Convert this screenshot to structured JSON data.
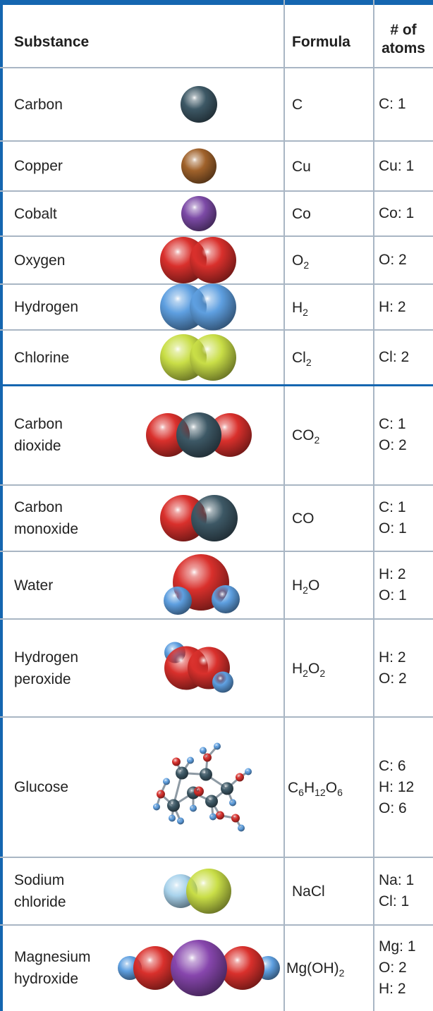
{
  "headers": {
    "substance": "Substance",
    "formula": "Formula",
    "atoms_line1": "# of",
    "atoms_line2": "atoms"
  },
  "colors": {
    "table_blue": "#1566b0",
    "carbon": "#3d5865",
    "copper": "#a0622b",
    "cobalt": "#7c4aa6",
    "oxygen": "#d9302c",
    "hydrogen": "#5e9fe0",
    "chlorine": "#c9de47",
    "sodium": "#a9d3ec",
    "magnesium": "#8746ad"
  },
  "rows": [
    {
      "name": [
        "Carbon"
      ],
      "formula": [
        {
          "t": "C"
        }
      ],
      "atoms": [
        "C: 1"
      ],
      "model": "carbon-atom-model"
    },
    {
      "name": [
        "Copper"
      ],
      "formula": [
        {
          "t": "Cu"
        }
      ],
      "atoms": [
        "Cu: 1"
      ],
      "model": "copper-atom-model"
    },
    {
      "name": [
        "Cobalt"
      ],
      "formula": [
        {
          "t": "Co"
        }
      ],
      "atoms": [
        "Co: 1"
      ],
      "model": "cobalt-atom-model"
    },
    {
      "name": [
        "Oxygen"
      ],
      "formula": [
        {
          "t": "O"
        },
        {
          "s": "2"
        }
      ],
      "atoms": [
        "O: 2"
      ],
      "model": "oxygen-molecule-model"
    },
    {
      "name": [
        "Hydrogen"
      ],
      "formula": [
        {
          "t": "H"
        },
        {
          "s": "2"
        }
      ],
      "atoms": [
        "H: 2"
      ],
      "model": "hydrogen-molecule-model"
    },
    {
      "name": [
        "Chlorine"
      ],
      "formula": [
        {
          "t": "Cl"
        },
        {
          "s": "2"
        }
      ],
      "atoms": [
        "Cl: 2"
      ],
      "model": "chlorine-molecule-model"
    },
    {
      "name": [
        "Carbon",
        "dioxide"
      ],
      "formula": [
        {
          "t": "CO"
        },
        {
          "s": "2"
        }
      ],
      "atoms": [
        "C: 1",
        "O: 2"
      ],
      "model": "carbon-dioxide-model"
    },
    {
      "name": [
        "Carbon",
        "monoxide"
      ],
      "formula": [
        {
          "t": "CO"
        }
      ],
      "atoms": [
        "C: 1",
        "O: 1"
      ],
      "model": "carbon-monoxide-model"
    },
    {
      "name": [
        "Water"
      ],
      "formula": [
        {
          "t": "H"
        },
        {
          "s": "2"
        },
        {
          "t": "O"
        }
      ],
      "atoms": [
        "H: 2",
        "O: 1"
      ],
      "model": "water-model"
    },
    {
      "name": [
        "Hydrogen",
        "peroxide"
      ],
      "formula": [
        {
          "t": "H"
        },
        {
          "s": "2"
        },
        {
          "t": "O"
        },
        {
          "s": "2"
        }
      ],
      "atoms": [
        "H: 2",
        "O: 2"
      ],
      "model": "hydrogen-peroxide-model"
    },
    {
      "name": [
        "Glucose"
      ],
      "formula": [
        {
          "t": "C"
        },
        {
          "s": "6"
        },
        {
          "t": "H"
        },
        {
          "s": "12"
        },
        {
          "t": "O"
        },
        {
          "s": "6"
        }
      ],
      "atoms": [
        "C: 6",
        "H: 12",
        "O: 6"
      ],
      "model": "glucose-model"
    },
    {
      "name": [
        "Sodium",
        "chloride"
      ],
      "formula": [
        {
          "t": "NaCl"
        }
      ],
      "atoms": [
        "Na: 1",
        "Cl: 1"
      ],
      "model": "sodium-chloride-model"
    },
    {
      "name": [
        "Magnesium",
        "hydroxide"
      ],
      "formula": [
        {
          "t": "Mg(OH)"
        },
        {
          "s": "2"
        }
      ],
      "atoms": [
        "Mg: 1",
        "O: 2",
        "H: 2"
      ],
      "model": "magnesium-hydroxide-model"
    }
  ]
}
